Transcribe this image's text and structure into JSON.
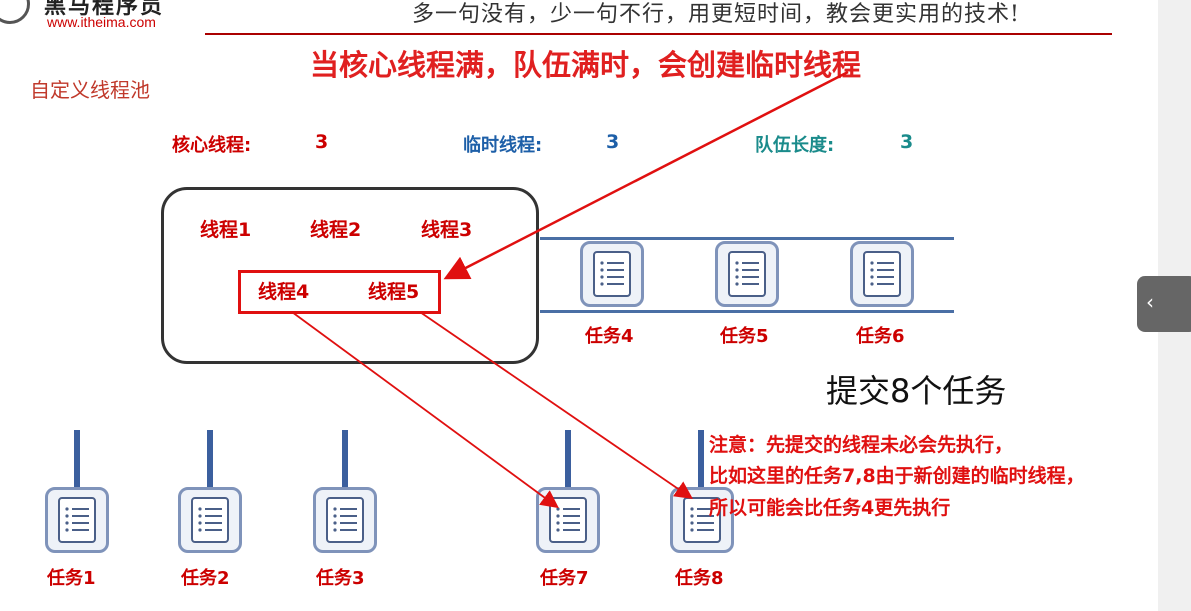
{
  "header": {
    "brand_name": "黑马程序员",
    "brand_url": "www.itheima.com",
    "slogan": "多一句没有，少一句不行，用更短时间，教会更实用的技术!"
  },
  "main_title": "当核心线程满，队伍满时，会创建临时线程",
  "section_title": "自定义线程池",
  "params": {
    "core_label": "核心线程:",
    "core_value": "3",
    "temp_label": "临时线程:",
    "temp_value": "3",
    "queue_label": "队伍长度:",
    "queue_value": "3"
  },
  "pool_threads": [
    "线程1",
    "线程2",
    "线程3"
  ],
  "temp_threads": [
    "线程4",
    "线程5"
  ],
  "queue_tasks": [
    "任务4",
    "任务5",
    "任务6"
  ],
  "bottom_tasks": [
    "任务1",
    "任务2",
    "任务3",
    "任务7",
    "任务8"
  ],
  "submit_title": "提交8个任务",
  "note": {
    "line1": "注意：先提交的线程未必会先执行，",
    "line2": "比如这里的任务7,8由于新创建的临时线程，",
    "line3": "所以可能会比任务4更先执行"
  },
  "colors": {
    "red": "#e01010",
    "blue": "#1d5fa8",
    "teal": "#1a8b8b",
    "queue_line": "#4a6fa5"
  },
  "icons": {
    "task": "document-list-icon",
    "logo": "brand-logo-icon",
    "side_handle": "chevron-left-icon"
  }
}
